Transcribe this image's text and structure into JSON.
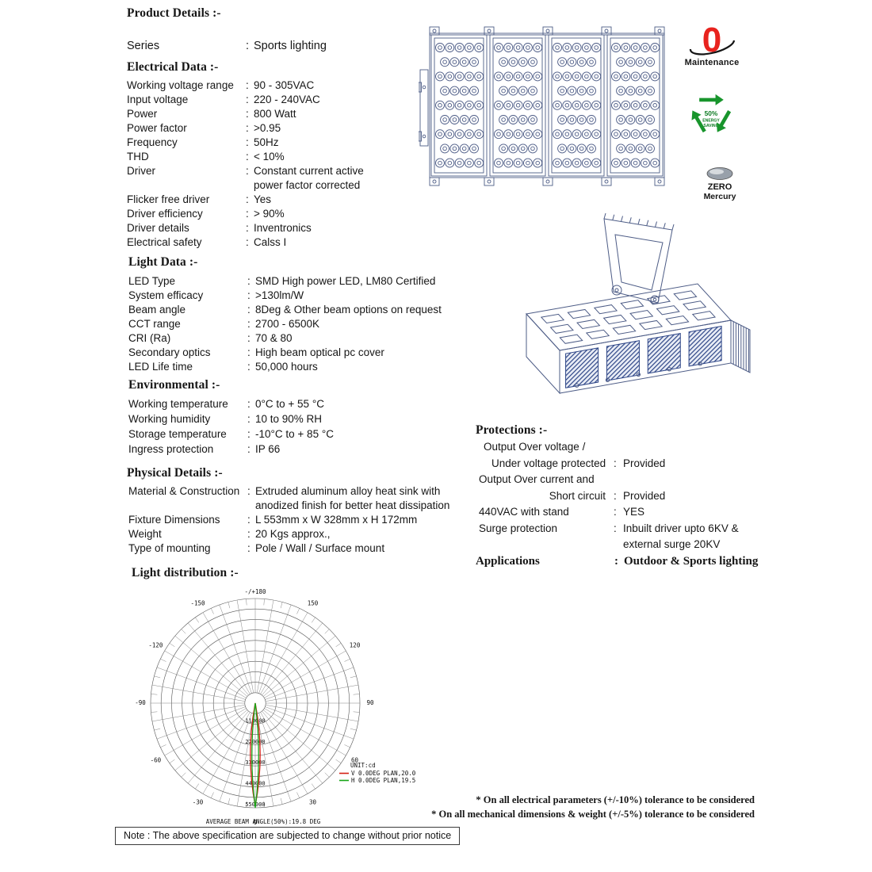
{
  "ui": {
    "colon": ":"
  },
  "title": "Product Details :-",
  "series": {
    "label": "Series",
    "value": "Sports lighting"
  },
  "sections": {
    "electrical": {
      "heading": "Electrical Data :-",
      "rows": [
        {
          "label": "Working voltage range",
          "value": "90 - 305VAC"
        },
        {
          "label": "Input voltage",
          "value": "220 - 240VAC"
        },
        {
          "label": "Power",
          "value": "800 Watt"
        },
        {
          "label": "Power factor",
          "value": ">0.95"
        },
        {
          "label": "Frequency",
          "value": "50Hz"
        },
        {
          "label": "THD",
          "value": "< 10%"
        },
        {
          "label": "Driver",
          "value": "Constant current active\npower factor corrected"
        },
        {
          "label": "Flicker free driver",
          "value": "Yes"
        },
        {
          "label": "Driver efficiency",
          "value": "> 90%"
        },
        {
          "label": "Driver details",
          "value": "Inventronics"
        },
        {
          "label": "Electrical safety",
          "value": "Calss I"
        }
      ]
    },
    "light": {
      "heading": "Light Data :-",
      "rows": [
        {
          "label": "LED Type",
          "value": "SMD High power LED, LM80 Certified"
        },
        {
          "label": "System efficacy",
          "value": ">130lm/W"
        },
        {
          "label": "Beam angle",
          "value": "8Deg & Other beam options on request"
        },
        {
          "label": "CCT range",
          "value": "2700 - 6500K"
        },
        {
          "label": "CRI (Ra)",
          "value": "70 & 80"
        },
        {
          "label": "Secondary optics",
          "value": "High beam optical pc cover"
        },
        {
          "label": "LED Life time",
          "value": "50,000 hours"
        }
      ]
    },
    "environmental": {
      "heading": "Environmental :-",
      "rows": [
        {
          "label": "Working temperature",
          "value": "0°C to + 55 °C"
        },
        {
          "label": "Working humidity",
          "value": "10 to 90% RH"
        },
        {
          "label": "Storage temperature",
          "value": "-10°C to + 85 °C"
        },
        {
          "label": "Ingress protection",
          "value": "IP 66"
        }
      ]
    },
    "physical": {
      "heading": "Physical Details :-",
      "rows": [
        {
          "label": "Material & Construction",
          "value": "Extruded aluminum alloy heat sink with\nanodized finish for better heat dissipation"
        },
        {
          "label": "Fixture Dimensions",
          "value": "L 553mm x W 328mm x H 172mm"
        },
        {
          "label": "Weight",
          "value": "20 Kgs approx.,"
        },
        {
          "label": "Type of mounting",
          "value": "Pole / Wall / Surface mount"
        }
      ]
    }
  },
  "protections": {
    "heading": "Protections :-",
    "line1": "Output Over voltage /",
    "row1": {
      "label": "Under voltage protected",
      "value": "Provided"
    },
    "line2": "Output Over current and",
    "row2": {
      "label": "Short circuit",
      "value": "Provided"
    },
    "row3": {
      "label": "440VAC with stand",
      "value": "YES"
    },
    "row4": {
      "label": "Surge protection",
      "value": "Inbuilt driver upto 6KV &\nexternal surge 20KV"
    }
  },
  "applications": {
    "label": "Applications",
    "value": "Outdoor & Sports lighting"
  },
  "light_distribution_heading": "Light distribution :-",
  "badges": {
    "maintenance": {
      "value": "0",
      "label": "Maintenance"
    },
    "energy": {
      "line1": "50%",
      "line2": "ENERGY",
      "line3": "SAVING",
      "color": "#18952c"
    },
    "mercury": {
      "line1": "ZERO",
      "line2": "Mercury"
    }
  },
  "chart_data": {
    "type": "polar",
    "unit_label": "UNIT:cd",
    "ring_count": 10,
    "ring_step": 55000,
    "max_cd": 550000,
    "radial_ticks": [
      110000,
      220000,
      330000,
      440000,
      550000
    ],
    "angle_labels_deg": [
      -150,
      -120,
      -90,
      -60,
      -30,
      0,
      30,
      60,
      90,
      120,
      150
    ],
    "top_label": "-/+180",
    "series": [
      {
        "name": "V 0.0DEG PLAN,20.0",
        "color": "#d42015",
        "beam_angle_50pct_deg": 20.0,
        "peak_cd": 540000
      },
      {
        "name": "H 0.0DEG PLAN,19.5",
        "color": "#17a517",
        "beam_angle_50pct_deg": 19.5,
        "peak_cd": 550000
      }
    ],
    "caption": "AVERAGE BEAM ANGLE(50%):19.8 DEG",
    "average_beam_angle_50pct_deg": 19.8
  },
  "footnotes": [
    "* On all electrical parameters (+/-10%) tolerance to be considered",
    "* On all mechanical dimensions & weight (+/-5%) tolerance to be considered"
  ],
  "note": "Note : The above specification are subjected to change without prior notice"
}
